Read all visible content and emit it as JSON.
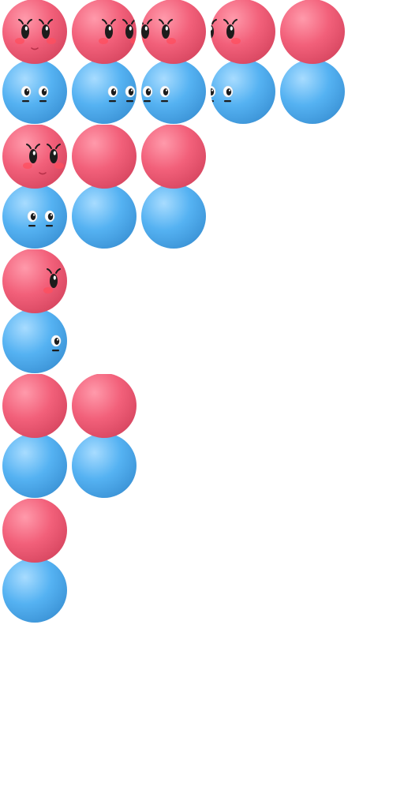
{
  "sheet": {
    "background": "#ffffff",
    "colors": {
      "top_ball": "#f2607a",
      "top_ball_highlight": "#ff9aab",
      "bottom_ball": "#55b2f2",
      "bottom_ball_highlight": "#a8dcff",
      "eye_dark": "#1c1c1c",
      "eye_white": "#ffffff",
      "blush": "#ff4d5e"
    },
    "rows": [
      {
        "name": "row-1",
        "frames": [
          {
            "pose": "front"
          },
          {
            "pose": "turn-right-1"
          },
          {
            "pose": "turn-right-2"
          },
          {
            "pose": "turn-right-3"
          },
          {
            "pose": "back"
          }
        ]
      },
      {
        "name": "row-2",
        "frames": [
          {
            "pose": "front-shifted"
          },
          {
            "pose": "back"
          },
          {
            "pose": "back"
          }
        ]
      },
      {
        "name": "row-3",
        "frames": [
          {
            "pose": "side-right"
          }
        ]
      },
      {
        "name": "row-4",
        "frames": [
          {
            "pose": "back"
          },
          {
            "pose": "back"
          }
        ]
      },
      {
        "name": "row-5",
        "frames": [
          {
            "pose": "back"
          }
        ]
      }
    ]
  }
}
